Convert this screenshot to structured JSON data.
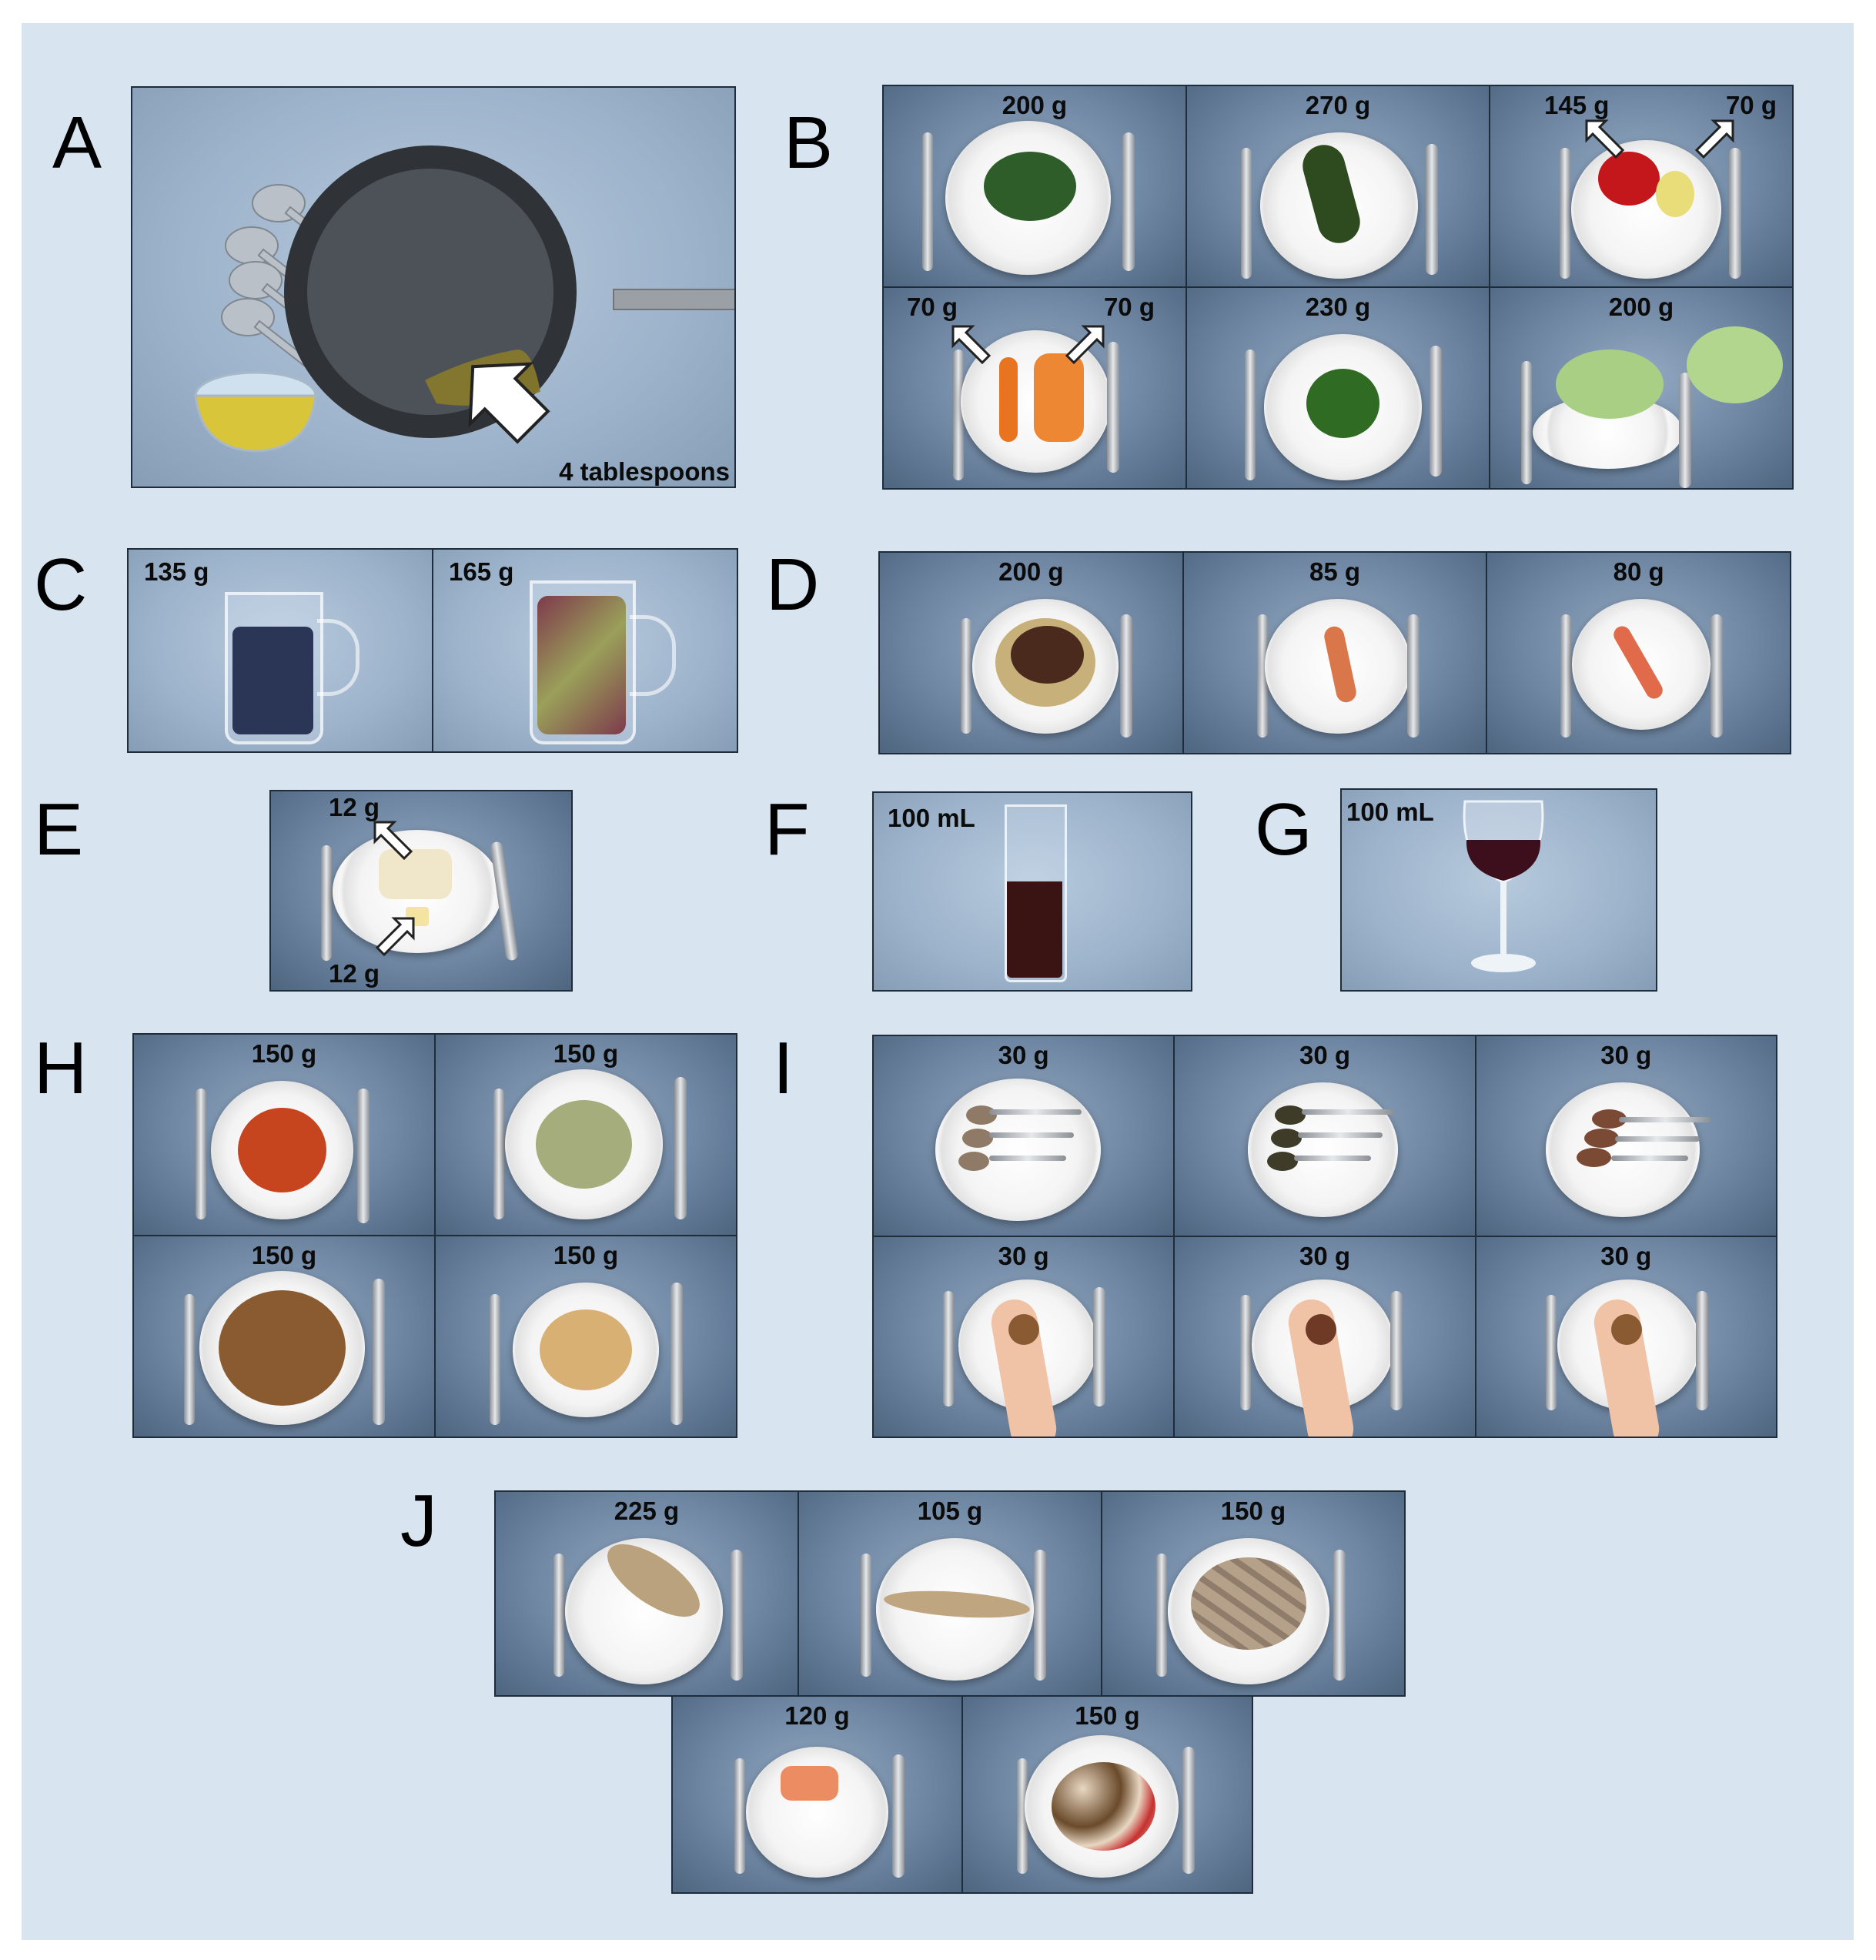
{
  "panel_letters": {
    "a": "A",
    "b": "B",
    "c": "C",
    "d": "D",
    "e": "E",
    "f": "F",
    "g": "G",
    "h": "H",
    "i": "I",
    "j": "J"
  },
  "panel_a": {
    "label": "4 tablespoons"
  },
  "panel_b": {
    "cells": [
      {
        "labels": [
          "200 g"
        ],
        "food": "spinach"
      },
      {
        "labels": [
          "270 g"
        ],
        "food": "zucchini"
      },
      {
        "labels": [
          "145 g",
          "70 g"
        ],
        "food": "peppers"
      },
      {
        "labels": [
          "70 g",
          "70 g"
        ],
        "food": "carrots"
      },
      {
        "labels": [
          "230 g"
        ],
        "food": "broccoli"
      },
      {
        "labels": [
          "200 g"
        ],
        "food": "lettuce"
      }
    ]
  },
  "panel_c": {
    "cells": [
      {
        "label": "135 g",
        "food": "blueberries"
      },
      {
        "label": "165 g",
        "food": "grapes"
      }
    ]
  },
  "panel_d": {
    "cells": [
      {
        "label": "200 g",
        "food": "meat"
      },
      {
        "label": "85 g",
        "food": "sausage"
      },
      {
        "label": "80 g",
        "food": "sausage"
      }
    ]
  },
  "panel_e": {
    "label_top": "12 g",
    "label_bottom": "12 g"
  },
  "panel_f": {
    "label": "100 mL"
  },
  "panel_g": {
    "label": "100 mL"
  },
  "panel_h": {
    "cells": [
      {
        "label": "150 g",
        "food": "red beans"
      },
      {
        "label": "150 g",
        "food": "broad beans"
      },
      {
        "label": "150 g",
        "food": "lentils"
      },
      {
        "label": "150 g",
        "food": "chickpeas"
      }
    ]
  },
  "panel_i": {
    "cells": [
      {
        "label": "30 g"
      },
      {
        "label": "30 g"
      },
      {
        "label": "30 g"
      },
      {
        "label": "30 g"
      },
      {
        "label": "30 g"
      },
      {
        "label": "30 g"
      }
    ]
  },
  "panel_j": {
    "top": [
      {
        "label": "225 g",
        "food": "sea bream"
      },
      {
        "label": "105 g",
        "food": "mackerel"
      },
      {
        "label": "150 g",
        "food": "sardines"
      }
    ],
    "bottom": [
      {
        "label": "120 g",
        "food": "salmon"
      },
      {
        "label": "150 g",
        "food": "seafood"
      }
    ]
  },
  "colors": {
    "background": "#d8e4ef",
    "photo_blue": "#6e86a2",
    "border": "#1f2c3a"
  }
}
